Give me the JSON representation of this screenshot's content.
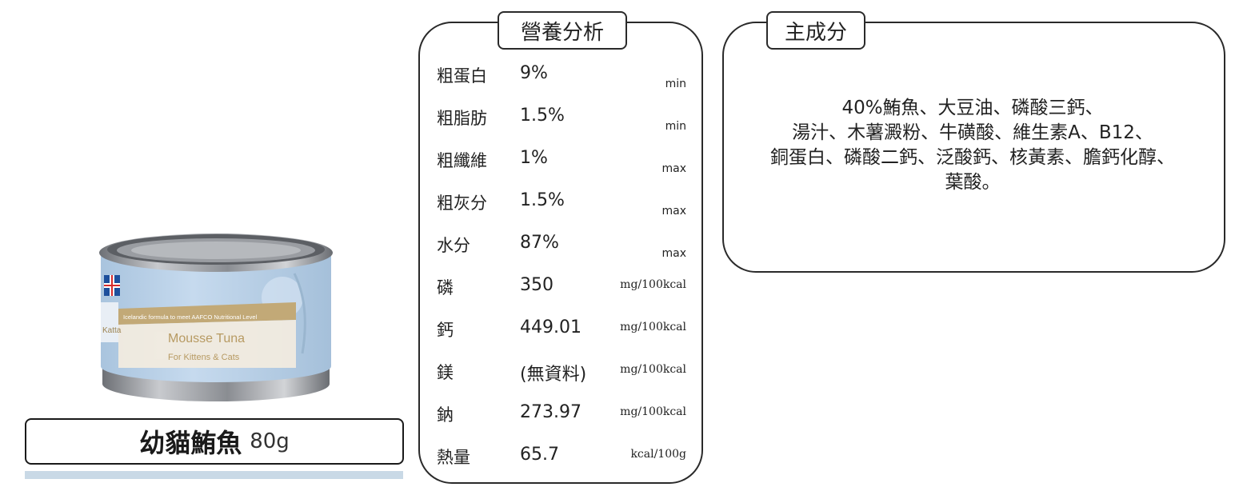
{
  "product": {
    "name": "幼貓鮪魚",
    "weight": "80g",
    "can": {
      "brand": "Kattа",
      "tagline": "Icelandic formula to meet AAFCO Nutritional Level",
      "flavor": "Mousse Tuna",
      "audience": "For Kittens & Cats"
    }
  },
  "nutrition": {
    "title": "營養分析",
    "rows": [
      {
        "label": "粗蛋白",
        "value": "9%",
        "unit": "min"
      },
      {
        "label": "粗脂肪",
        "value": "1.5%",
        "unit": "min"
      },
      {
        "label": "粗纖維",
        "value": "1%",
        "unit": "max"
      },
      {
        "label": "粗灰分",
        "value": "1.5%",
        "unit": "max"
      },
      {
        "label": "水分",
        "value": "87%",
        "unit": "max"
      },
      {
        "label": "磷",
        "value": "350",
        "unit": "mg/100kcal"
      },
      {
        "label": "鈣",
        "value": "449.01",
        "unit": "mg/100kcal"
      },
      {
        "label": "鎂",
        "value": "(無資料)",
        "unit": "mg/100kcal"
      },
      {
        "label": "鈉",
        "value": "273.97",
        "unit": "mg/100kcal"
      },
      {
        "label": "熱量",
        "value": "65.7",
        "unit": "kcal/100g"
      }
    ]
  },
  "ingredients": {
    "title": "主成分",
    "lines": [
      "40%鮪魚、大豆油、磷酸三鈣、",
      "湯汁、木薯澱粉、牛磺酸、維生素A、B12、",
      "銅蛋白、磷酸二鈣、泛酸鈣、核黃素、膽鈣化醇、",
      "葉酸。"
    ]
  },
  "colors": {
    "can_label": "#b9d2ea",
    "can_band": "#c2a977",
    "can_metal": "#8e9196"
  }
}
